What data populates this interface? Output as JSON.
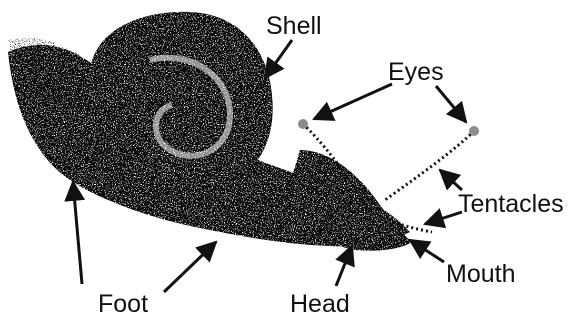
{
  "labels": {
    "shell": "Shell",
    "eyes": "Eyes",
    "tentacles": "Tentacles",
    "mouth": "Mouth",
    "head": "Head",
    "foot": "Foot"
  },
  "colors": {
    "ink": "#111111",
    "eye": "#8c8c8c",
    "background": "#ffffff"
  }
}
